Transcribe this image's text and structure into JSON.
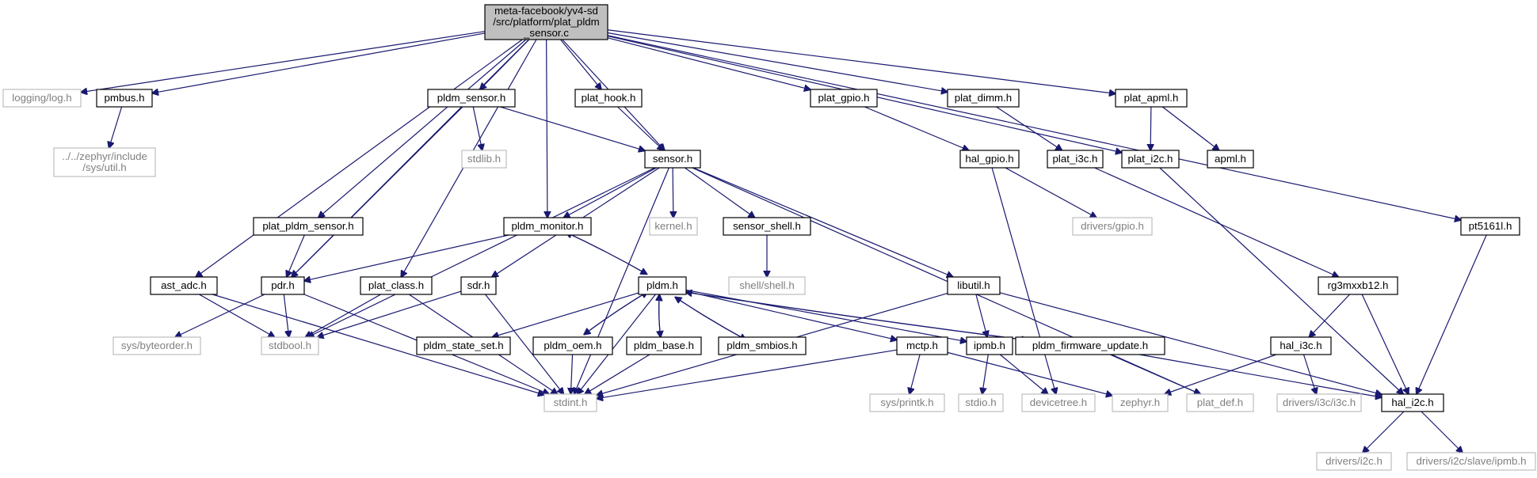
{
  "colors": {
    "edge": "#191970",
    "root_fill": "#bfbfbf",
    "node_fill": "#ffffff",
    "node_stroke": "#000000",
    "external_stroke": "#bfbfbf",
    "external_text": "#808080",
    "text": "#000000"
  },
  "nodes": [
    {
      "id": "root",
      "lines": [
        "meta-facebook/yv4-sd",
        "/src/platform/plat_pldm",
        "_sensor.c"
      ],
      "kind": "root"
    },
    {
      "id": "log",
      "lines": [
        "logging/log.h"
      ],
      "kind": "external"
    },
    {
      "id": "pmbus",
      "lines": [
        "pmbus.h"
      ],
      "kind": "normal"
    },
    {
      "id": "zutil",
      "lines": [
        "../../zephyr/include",
        "/sys/util.h"
      ],
      "kind": "external"
    },
    {
      "id": "ast_adc",
      "lines": [
        "ast_adc.h"
      ],
      "kind": "normal"
    },
    {
      "id": "pdr",
      "lines": [
        "pdr.h"
      ],
      "kind": "normal"
    },
    {
      "id": "plat_pldm_sensor_h",
      "lines": [
        "plat_pldm_sensor.h"
      ],
      "kind": "normal"
    },
    {
      "id": "plat_class",
      "lines": [
        "plat_class.h"
      ],
      "kind": "normal"
    },
    {
      "id": "pldm_sensor",
      "lines": [
        "pldm_sensor.h"
      ],
      "kind": "normal"
    },
    {
      "id": "stdlib",
      "lines": [
        "stdlib.h"
      ],
      "kind": "external"
    },
    {
      "id": "plat_hook",
      "lines": [
        "plat_hook.h"
      ],
      "kind": "normal"
    },
    {
      "id": "sensor",
      "lines": [
        "sensor.h"
      ],
      "kind": "normal"
    },
    {
      "id": "plat_gpio",
      "lines": [
        "plat_gpio.h"
      ],
      "kind": "normal"
    },
    {
      "id": "hal_gpio",
      "lines": [
        "hal_gpio.h"
      ],
      "kind": "normal"
    },
    {
      "id": "plat_dimm",
      "lines": [
        "plat_dimm.h"
      ],
      "kind": "normal"
    },
    {
      "id": "plat_i3c",
      "lines": [
        "plat_i3c.h"
      ],
      "kind": "normal"
    },
    {
      "id": "plat_apml",
      "lines": [
        "plat_apml.h"
      ],
      "kind": "normal"
    },
    {
      "id": "plat_i2c",
      "lines": [
        "plat_i2c.h"
      ],
      "kind": "normal"
    },
    {
      "id": "apml",
      "lines": [
        "apml.h"
      ],
      "kind": "normal"
    },
    {
      "id": "pt5161l",
      "lines": [
        "pt5161l.h"
      ],
      "kind": "normal"
    },
    {
      "id": "pldm_monitor",
      "lines": [
        "pldm_monitor.h"
      ],
      "kind": "normal"
    },
    {
      "id": "kernel",
      "lines": [
        "kernel.h"
      ],
      "kind": "external"
    },
    {
      "id": "sensor_shell",
      "lines": [
        "sensor_shell.h"
      ],
      "kind": "normal"
    },
    {
      "id": "shell",
      "lines": [
        "shell/shell.h"
      ],
      "kind": "external"
    },
    {
      "id": "sdr",
      "lines": [
        "sdr.h"
      ],
      "kind": "normal"
    },
    {
      "id": "pldm",
      "lines": [
        "pldm.h"
      ],
      "kind": "normal"
    },
    {
      "id": "libutil",
      "lines": [
        "libutil.h"
      ],
      "kind": "normal"
    },
    {
      "id": "drivers_gpio",
      "lines": [
        "drivers/gpio.h"
      ],
      "kind": "external"
    },
    {
      "id": "rg3mxxb12",
      "lines": [
        "rg3mxxb12.h"
      ],
      "kind": "normal"
    },
    {
      "id": "sys_byteorder",
      "lines": [
        "sys/byteorder.h"
      ],
      "kind": "external"
    },
    {
      "id": "stdbool",
      "lines": [
        "stdbool.h"
      ],
      "kind": "external"
    },
    {
      "id": "pldm_state_set",
      "lines": [
        "pldm_state_set.h"
      ],
      "kind": "normal"
    },
    {
      "id": "pldm_oem",
      "lines": [
        "pldm_oem.h"
      ],
      "kind": "normal"
    },
    {
      "id": "pldm_base",
      "lines": [
        "pldm_base.h"
      ],
      "kind": "normal"
    },
    {
      "id": "pldm_smbios",
      "lines": [
        "pldm_smbios.h"
      ],
      "kind": "normal"
    },
    {
      "id": "mctp",
      "lines": [
        "mctp.h"
      ],
      "kind": "normal"
    },
    {
      "id": "ipmb",
      "lines": [
        "ipmb.h"
      ],
      "kind": "normal"
    },
    {
      "id": "pldm_fw",
      "lines": [
        "pldm_firmware_update.h"
      ],
      "kind": "normal"
    },
    {
      "id": "hal_i3c",
      "lines": [
        "hal_i3c.h"
      ],
      "kind": "normal"
    },
    {
      "id": "stdint",
      "lines": [
        "stdint.h"
      ],
      "kind": "external"
    },
    {
      "id": "sys_printk",
      "lines": [
        "sys/printk.h"
      ],
      "kind": "external"
    },
    {
      "id": "stdio",
      "lines": [
        "stdio.h"
      ],
      "kind": "external"
    },
    {
      "id": "devicetree",
      "lines": [
        "devicetree.h"
      ],
      "kind": "external"
    },
    {
      "id": "zephyr",
      "lines": [
        "zephyr.h"
      ],
      "kind": "external"
    },
    {
      "id": "plat_def",
      "lines": [
        "plat_def.h"
      ],
      "kind": "external"
    },
    {
      "id": "drivers_i3c",
      "lines": [
        "drivers/i3c/i3c.h"
      ],
      "kind": "external"
    },
    {
      "id": "hal_i2c",
      "lines": [
        "hal_i2c.h"
      ],
      "kind": "normal"
    },
    {
      "id": "drivers_i2c",
      "lines": [
        "drivers/i2c.h"
      ],
      "kind": "external"
    },
    {
      "id": "drivers_ipmb",
      "lines": [
        "drivers/i2c/slave/ipmb.h"
      ],
      "kind": "external"
    }
  ],
  "edges": [
    [
      "root",
      "log"
    ],
    [
      "root",
      "pmbus"
    ],
    [
      "root",
      "ast_adc"
    ],
    [
      "root",
      "pdr"
    ],
    [
      "root",
      "plat_pldm_sensor_h"
    ],
    [
      "root",
      "plat_class"
    ],
    [
      "root",
      "pldm_monitor"
    ],
    [
      "root",
      "pldm_sensor"
    ],
    [
      "root",
      "plat_hook"
    ],
    [
      "root",
      "sensor"
    ],
    [
      "root",
      "plat_gpio"
    ],
    [
      "root",
      "plat_dimm"
    ],
    [
      "root",
      "plat_apml"
    ],
    [
      "root",
      "plat_i2c"
    ],
    [
      "root",
      "pt5161l"
    ],
    [
      "pmbus",
      "zutil"
    ],
    [
      "pldm_sensor",
      "stdlib"
    ],
    [
      "pldm_sensor",
      "sensor"
    ],
    [
      "pldm_sensor",
      "pdr"
    ],
    [
      "plat_hook",
      "sensor"
    ],
    [
      "plat_gpio",
      "hal_gpio"
    ],
    [
      "plat_dimm",
      "plat_i3c"
    ],
    [
      "plat_apml",
      "plat_i2c"
    ],
    [
      "plat_apml",
      "apml"
    ],
    [
      "plat_pldm_sensor_h",
      "pdr"
    ],
    [
      "sensor",
      "pldm_monitor"
    ],
    [
      "sensor",
      "kernel"
    ],
    [
      "sensor",
      "sensor_shell"
    ],
    [
      "sensor",
      "libutil"
    ],
    [
      "sensor",
      "stdbool"
    ],
    [
      "sensor",
      "sdr"
    ],
    [
      "sensor",
      "stdint"
    ],
    [
      "sensor",
      "plat_def"
    ],
    [
      "sensor_shell",
      "shell"
    ],
    [
      "hal_gpio",
      "drivers_gpio"
    ],
    [
      "hal_gpio",
      "devicetree"
    ],
    [
      "plat_i3c",
      "rg3mxxb12"
    ],
    [
      "plat_i2c",
      "hal_i2c"
    ],
    [
      "pt5161l",
      "hal_i2c"
    ],
    [
      "pldm_monitor",
      "pdr"
    ],
    [
      "pldm_monitor",
      "pldm"
    ],
    [
      "pldm",
      "pldm_monitor"
    ],
    [
      "ast_adc",
      "stdbool"
    ],
    [
      "ast_adc",
      "stdint"
    ],
    [
      "pdr",
      "sys_byteorder"
    ],
    [
      "pdr",
      "stdbool"
    ],
    [
      "pdr",
      "stdint"
    ],
    [
      "plat_class",
      "stdbool"
    ],
    [
      "plat_class",
      "stdint"
    ],
    [
      "sdr",
      "stdbool"
    ],
    [
      "sdr",
      "stdint"
    ],
    [
      "pldm",
      "pldm_state_set"
    ],
    [
      "pldm",
      "pldm_oem"
    ],
    [
      "pldm_oem",
      "pldm"
    ],
    [
      "pldm",
      "pldm_base"
    ],
    [
      "pldm_base",
      "pldm"
    ],
    [
      "pldm",
      "pldm_smbios"
    ],
    [
      "pldm_smbios",
      "pldm"
    ],
    [
      "pldm",
      "mctp"
    ],
    [
      "pldm",
      "ipmb"
    ],
    [
      "pldm",
      "pldm_fw"
    ],
    [
      "pldm_fw",
      "pldm"
    ],
    [
      "pldm",
      "stdint"
    ],
    [
      "pldm_oem",
      "stdint"
    ],
    [
      "pldm_base",
      "stdint"
    ],
    [
      "libutil",
      "ipmb"
    ],
    [
      "libutil",
      "stdint"
    ],
    [
      "libutil",
      "hal_i2c"
    ],
    [
      "mctp",
      "stdint"
    ],
    [
      "mctp",
      "sys_printk"
    ],
    [
      "mctp",
      "zephyr"
    ],
    [
      "ipmb",
      "stdio"
    ],
    [
      "ipmb",
      "devicetree"
    ],
    [
      "pldm_fw",
      "plat_def"
    ],
    [
      "pldm_fw",
      "hal_i2c"
    ],
    [
      "rg3mxxb12",
      "hal_i3c"
    ],
    [
      "rg3mxxb12",
      "hal_i2c"
    ],
    [
      "hal_i3c",
      "zephyr"
    ],
    [
      "hal_i3c",
      "drivers_i3c"
    ],
    [
      "hal_i2c",
      "drivers_i2c"
    ],
    [
      "hal_i2c",
      "drivers_ipmb"
    ]
  ]
}
